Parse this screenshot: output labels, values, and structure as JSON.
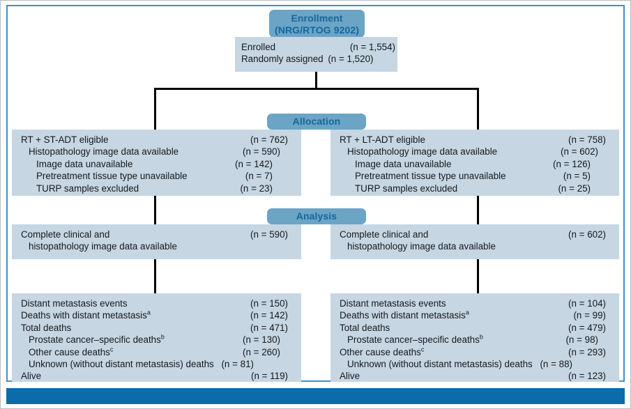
{
  "colors": {
    "pill": "#6ba4c5",
    "pill_text": "#15679c",
    "box": "#c6d6e3",
    "frame": "#3f90c6",
    "bottom_bar": "#0a6cab",
    "line": "#000000"
  },
  "enrollment": {
    "pill_line1": "Enrollment",
    "pill_line2": "(NRG/RTOG 9202)",
    "rows": [
      {
        "label": "Enrolled",
        "value": "(n = 1,554)"
      },
      {
        "label": "Randomly assigned",
        "value": "(n = 1,520)"
      }
    ]
  },
  "allocation": {
    "pill": "Allocation",
    "left": {
      "rows": [
        {
          "label": "RT + ST-ADT eligible",
          "value": "(n = 762)"
        },
        {
          "label": "Histopathology image data available",
          "value": "(n = 590)"
        },
        {
          "label": "Image data unavailable",
          "value": "(n = 142)"
        },
        {
          "label": "Pretreatment tissue type unavailable",
          "value": "(n = 7)"
        },
        {
          "label": "TURP samples excluded",
          "value": "(n = 23)"
        }
      ]
    },
    "right": {
      "rows": [
        {
          "label": "RT + LT-ADT eligible",
          "value": "(n = 758)"
        },
        {
          "label": "Histopathology image data available",
          "value": "(n = 602)"
        },
        {
          "label": "Image data unavailable",
          "value": "(n = 126)"
        },
        {
          "label": "Pretreatment tissue type unavailable",
          "value": "(n = 5)"
        },
        {
          "label": "TURP samples excluded",
          "value": "(n = 25)"
        }
      ]
    }
  },
  "analysis": {
    "pill": "Analysis",
    "left": {
      "line1": "Complete clinical and",
      "line2": "histopathology image data available",
      "value": "(n = 590)"
    },
    "right": {
      "line1": "Complete clinical and",
      "line2": "histopathology image data available",
      "value": "(n = 602)"
    }
  },
  "outcomes": {
    "left": {
      "rows": [
        {
          "label": "Distant metastasis events",
          "sup": "",
          "value": "(n = 150)"
        },
        {
          "label": "Deaths with distant metastasis",
          "sup": "a",
          "value": "(n = 142)"
        },
        {
          "label": "Total deaths",
          "sup": "",
          "value": "(n = 471)"
        },
        {
          "label": "Prostate cancer–specific deaths",
          "sup": "b",
          "value": "(n = 130)"
        },
        {
          "label": "Other cause deaths",
          "sup": "c",
          "value": "(n = 260)"
        },
        {
          "label": "Unknown (without distant metastasis) deaths",
          "sup": "",
          "value": "(n = 81)"
        },
        {
          "label": "Alive",
          "sup": "",
          "value": "(n = 119)"
        }
      ]
    },
    "right": {
      "rows": [
        {
          "label": "Distant metastasis events",
          "sup": "",
          "value": "(n = 104)"
        },
        {
          "label": "Deaths with distant metastasis",
          "sup": "a",
          "value": "(n = 99)"
        },
        {
          "label": "Total deaths",
          "sup": "",
          "value": "(n = 479)"
        },
        {
          "label": "Prostate cancer–specific deaths",
          "sup": "b",
          "value": "(n = 98)"
        },
        {
          "label": "Other cause deaths",
          "sup": "c",
          "value": "(n = 293)"
        },
        {
          "label": "Unknown (without distant metastasis) deaths",
          "sup": "",
          "value": "(n = 88)"
        },
        {
          "label": "Alive",
          "sup": "",
          "value": "(n = 123)"
        }
      ]
    }
  }
}
